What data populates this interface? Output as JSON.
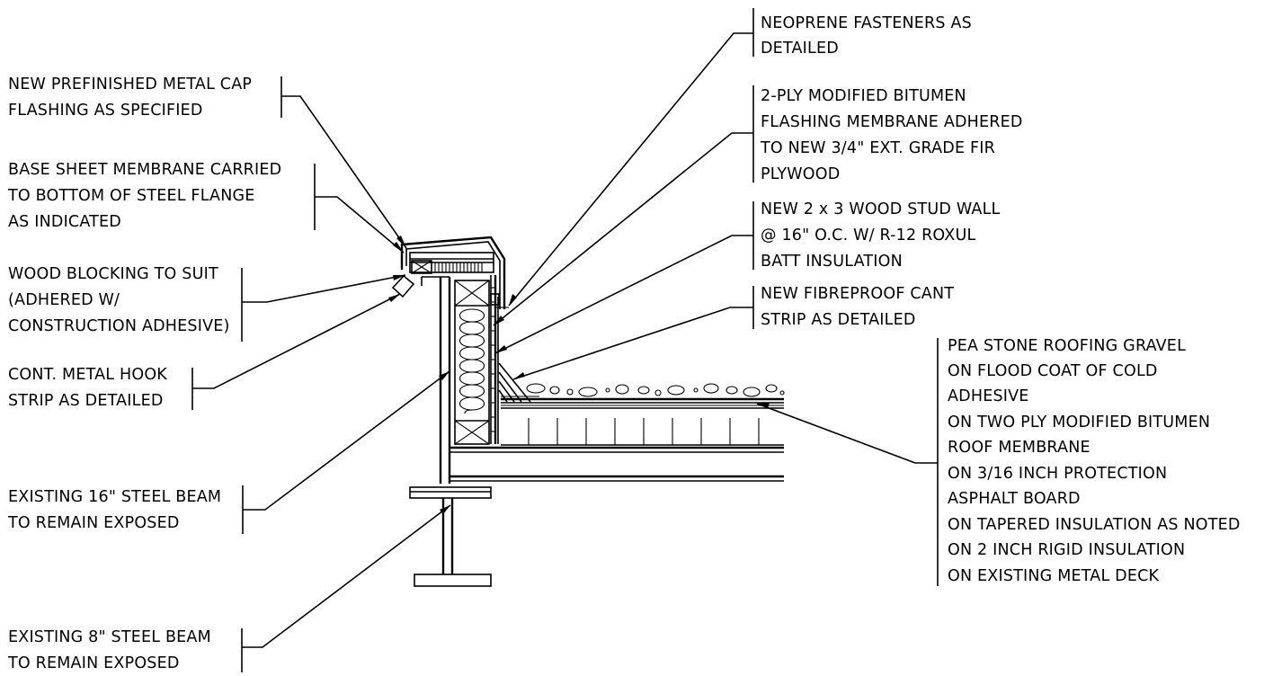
{
  "labels": [
    {
      "id": "cap-flashing",
      "lines": [
        "NEW PREFINISHED METAL CAP",
        "FLASHING AS SPECIFIED"
      ]
    },
    {
      "id": "base-sheet",
      "lines": [
        "BASE SHEET MEMBRANE CARRIED",
        "TO BOTTOM OF STEEL FLANGE",
        "AS INDICATED"
      ]
    },
    {
      "id": "wood-blocking",
      "lines": [
        "WOOD BLOCKING TO SUIT",
        "(ADHERED W/",
        "CONSTRUCTION ADHESIVE)"
      ]
    },
    {
      "id": "hook-strip",
      "lines": [
        "CONT. METAL HOOK",
        "STRIP AS DETAILED"
      ]
    },
    {
      "id": "steel-beam-16",
      "lines": [
        "EXISTING 16\" STEEL BEAM",
        "TO REMAIN EXPOSED"
      ]
    },
    {
      "id": "steel-beam-8",
      "lines": [
        "EXISTING 8\" STEEL BEAM",
        "TO REMAIN EXPOSED"
      ]
    },
    {
      "id": "neoprene",
      "lines": [
        "NEOPRENE FASTENERS AS",
        "DETAILED"
      ]
    },
    {
      "id": "bitumen-flashing",
      "lines": [
        "2-PLY MODIFIED BITUMEN",
        "FLASHING MEMBRANE ADHERED",
        "TO NEW 3/4\" EXT. GRADE FIR",
        "PLYWOOD"
      ]
    },
    {
      "id": "stud-wall",
      "lines": [
        "NEW 2 x 3 WOOD STUD WALL",
        "@ 16\" O.C. W/ R-12 ROXUL",
        "BATT INSULATION"
      ]
    },
    {
      "id": "cant-strip",
      "lines": [
        "NEW FIBREPROOF CANT",
        "STRIP AS DETAILED"
      ]
    },
    {
      "id": "roof-assembly",
      "lines": [
        "PEA STONE ROOFING GRAVEL",
        "ON FLOOD COAT OF COLD",
        "ADHESIVE",
        "ON TWO PLY MODIFIED BITUMEN",
        "ROOF MEMBRANE",
        "ON 3/16 INCH PROTECTION",
        "ASPHALT BOARD",
        "ON TAPERED INSULATION AS NOTED",
        "ON 2 INCH RIGID INSULATION",
        "ON EXISTING METAL DECK"
      ]
    }
  ]
}
